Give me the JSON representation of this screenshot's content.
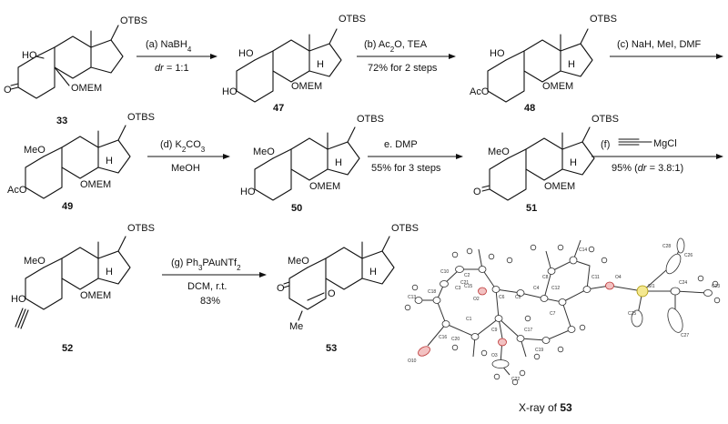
{
  "compounds": [
    {
      "id": "c33",
      "number": "33",
      "labels": {
        "tbs": "OTBS",
        "ho": "HO",
        "mem": "OMEM",
        "o": "O"
      }
    },
    {
      "id": "c47",
      "number": "47",
      "labels": {
        "tbs": "OTBS",
        "ho": "HO",
        "h": "H",
        "mem": "OMEM",
        "ho2": "HO"
      }
    },
    {
      "id": "c48",
      "number": "48",
      "labels": {
        "tbs": "OTBS",
        "ho": "HO",
        "h": "H",
        "mem": "OMEM",
        "aco": "AcO"
      }
    },
    {
      "id": "c49",
      "number": "49",
      "labels": {
        "tbs": "OTBS",
        "meo": "MeO",
        "h": "H",
        "mem": "OMEM",
        "aco": "AcO"
      }
    },
    {
      "id": "c50",
      "number": "50",
      "labels": {
        "tbs": "OTBS",
        "meo": "MeO",
        "h": "H",
        "mem": "OMEM",
        "ho2": "HO"
      }
    },
    {
      "id": "c51",
      "number": "51",
      "labels": {
        "tbs": "OTBS",
        "meo": "MeO",
        "h": "H",
        "mem": "OMEM",
        "o": "O"
      }
    },
    {
      "id": "c52",
      "number": "52",
      "labels": {
        "tbs": "OTBS",
        "meo": "MeO",
        "h": "H",
        "mem": "OMEM",
        "ho2": "HO"
      }
    },
    {
      "id": "c53",
      "number": "53",
      "labels": {
        "tbs": "OTBS",
        "meo": "MeO",
        "h": "H",
        "o": "O",
        "bridge_o": "O",
        "me": "Me"
      }
    }
  ],
  "steps": {
    "a": {
      "above": "(a) NaBH",
      "above_sub": "4",
      "below_dr": "dr",
      "below_rest": " = 1:1"
    },
    "b": {
      "above": "(b) Ac",
      "above_sub": "2",
      "above_rest": "O, TEA",
      "below": "72% for 2 steps"
    },
    "c": {
      "above": "(c) NaH, MeI, DMF"
    },
    "d": {
      "above": "(d) K",
      "above_sub": "2",
      "above_rest": "CO",
      "above_sub2": "3",
      "below": "MeOH"
    },
    "e": {
      "above": "e. DMP",
      "below": "55% for 3 steps"
    },
    "f": {
      "above_prefix": "(f)",
      "above_reagent": "MgCl",
      "below_pre": "95% (",
      "below_dr": "dr",
      "below_post": " = 3.8:1)"
    },
    "g": {
      "above": "(g) Ph",
      "above_sub": "3",
      "above_rest": "PAuNTf",
      "above_sub2": "2",
      "below1": "DCM, r.t.",
      "below2": "83%"
    }
  },
  "xray": {
    "caption_prefix": "X-ray of ",
    "caption_number": "53",
    "atoms": [
      "C1",
      "C2",
      "C3",
      "C4",
      "C5",
      "C6",
      "C7",
      "C8",
      "C9",
      "C10",
      "C11",
      "C12",
      "C13",
      "C14",
      "C15",
      "C16",
      "C17",
      "C18",
      "C19",
      "C20",
      "C21",
      "C22",
      "C23",
      "C24",
      "C25",
      "C26",
      "C27",
      "C28",
      "O2",
      "O3",
      "O4",
      "O10",
      "SI1"
    ]
  }
}
